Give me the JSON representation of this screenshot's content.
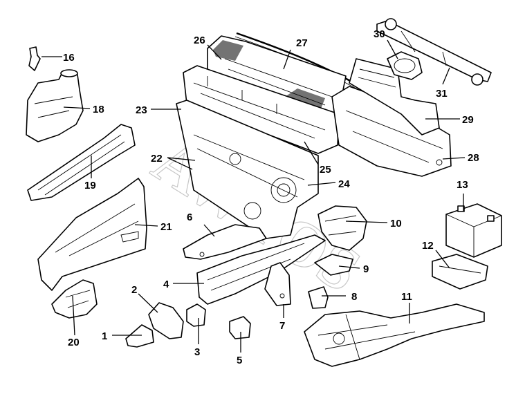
{
  "watermark": "AWTOS",
  "callouts": [
    {
      "id": "1",
      "label": "1"
    },
    {
      "id": "2",
      "label": "2"
    },
    {
      "id": "3",
      "label": "3"
    },
    {
      "id": "4",
      "label": "4"
    },
    {
      "id": "5",
      "label": "5"
    },
    {
      "id": "6",
      "label": "6"
    },
    {
      "id": "7",
      "label": "7"
    },
    {
      "id": "8",
      "label": "8"
    },
    {
      "id": "9",
      "label": "9"
    },
    {
      "id": "10",
      "label": "10"
    },
    {
      "id": "11",
      "label": "11"
    },
    {
      "id": "12",
      "label": "12"
    },
    {
      "id": "13",
      "label": "13"
    },
    {
      "id": "16",
      "label": "16"
    },
    {
      "id": "18",
      "label": "18"
    },
    {
      "id": "19",
      "label": "19"
    },
    {
      "id": "20",
      "label": "20"
    },
    {
      "id": "21",
      "label": "21"
    },
    {
      "id": "22",
      "label": "22"
    },
    {
      "id": "23",
      "label": "23"
    },
    {
      "id": "24",
      "label": "24"
    },
    {
      "id": "25",
      "label": "25"
    },
    {
      "id": "26",
      "label": "26"
    },
    {
      "id": "27",
      "label": "27"
    },
    {
      "id": "28",
      "label": "28"
    },
    {
      "id": "29",
      "label": "29"
    },
    {
      "id": "30",
      "label": "30"
    },
    {
      "id": "31",
      "label": "31"
    }
  ],
  "colors": {
    "ink": "#000000",
    "paper": "#ffffff",
    "watermark": "#9a9a9a"
  }
}
